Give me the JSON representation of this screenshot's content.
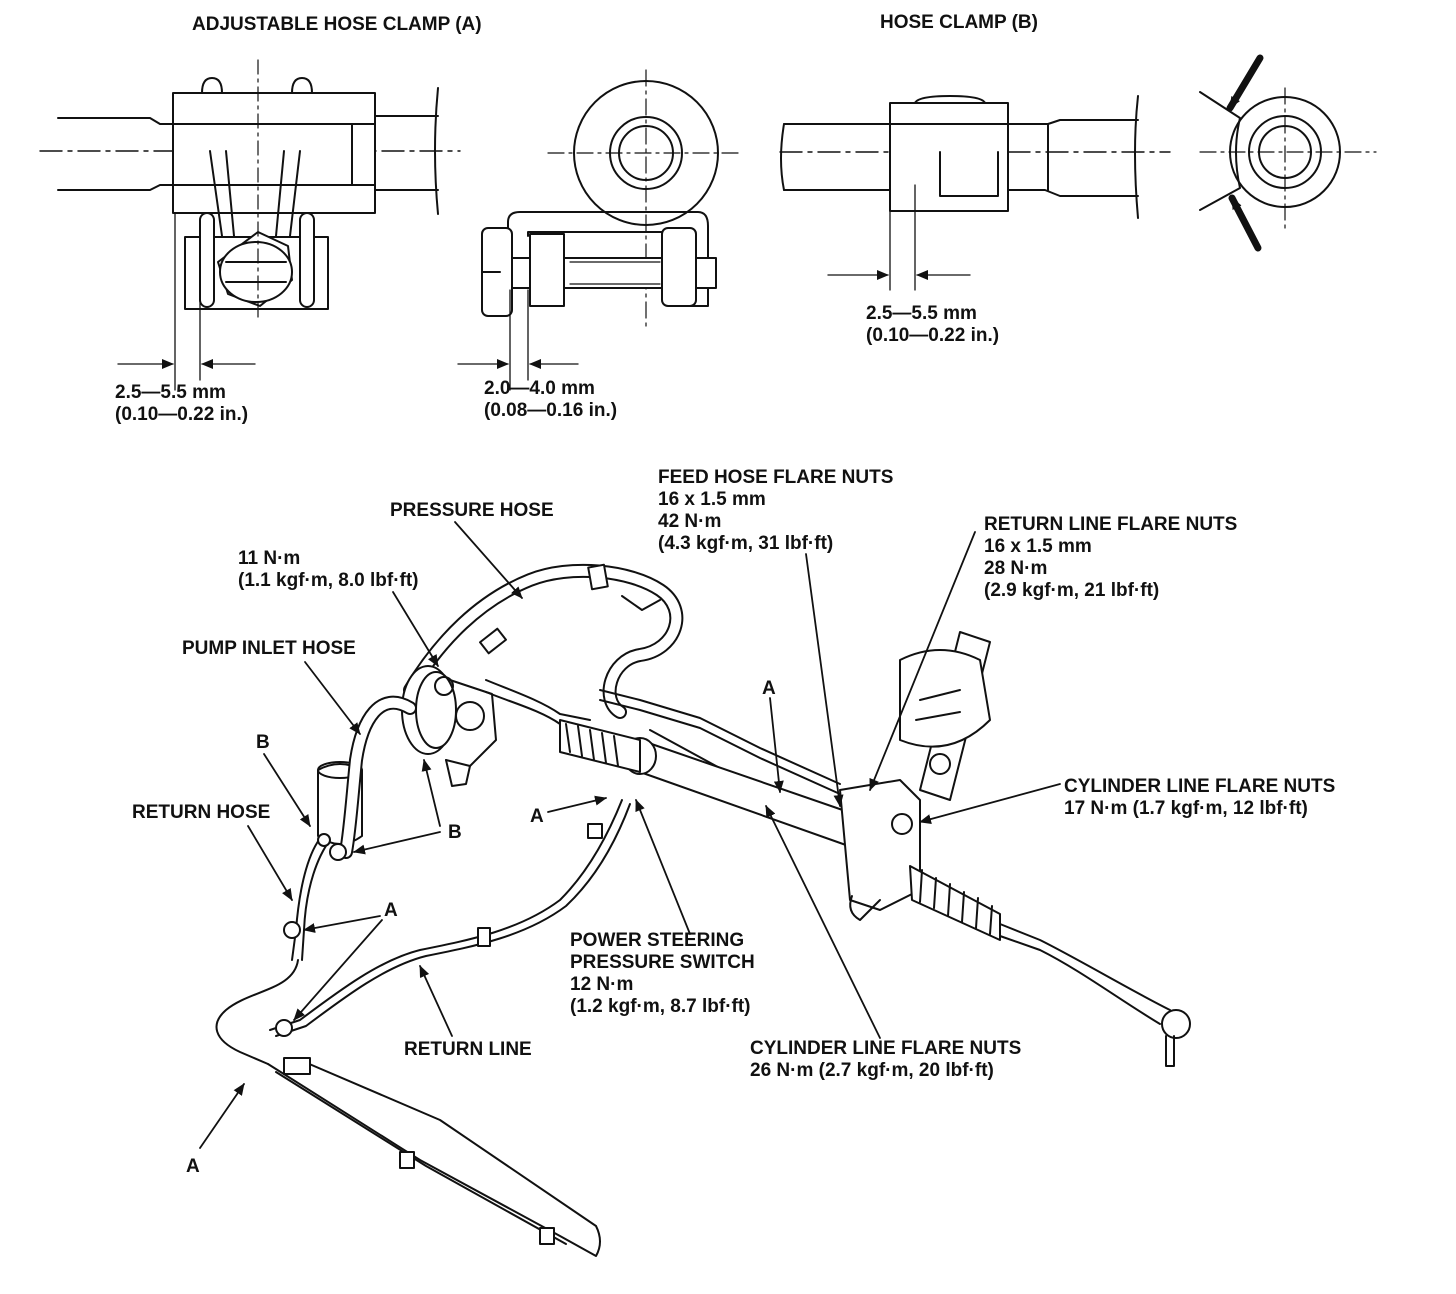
{
  "figures": {
    "clamp_a": {
      "title": "ADJUSTABLE HOSE CLAMP (A)",
      "dim_side": {
        "metric": "2.5—5.5 mm",
        "imperial": "(0.10—0.22 in.)"
      },
      "dim_end": {
        "metric": "2.0—4.0 mm",
        "imperial": "(0.08—0.16 in.)"
      }
    },
    "clamp_b": {
      "title": "HOSE CLAMP (B)",
      "dim": {
        "metric": "2.5—5.5 mm",
        "imperial": "(0.10—0.22 in.)"
      }
    }
  },
  "callouts": {
    "feed_hose": {
      "name": "FEED HOSE FLARE NUTS",
      "size": "16 x 1.5 mm",
      "torque": "42 N·m",
      "torque_alt": "(4.3 kgf·m, 31 lbf·ft)"
    },
    "pressure_hose": {
      "name": "PRESSURE HOSE"
    },
    "pump_bolt": {
      "torque": "11 N·m",
      "torque_alt": "(1.1 kgf·m, 8.0 lbf·ft)"
    },
    "return_line_flare": {
      "name": "RETURN LINE FLARE NUTS",
      "size": "16 x 1.5 mm",
      "torque": "28 N·m",
      "torque_alt": "(2.9 kgf·m, 21 lbf·ft)"
    },
    "pump_inlet_hose": {
      "name": "PUMP INLET HOSE"
    },
    "return_hose": {
      "name": "RETURN HOSE"
    },
    "cylinder_line_17": {
      "name": "CYLINDER LINE FLARE NUTS",
      "torque": "17 N·m (1.7 kgf·m, 12 lbf·ft)"
    },
    "ps_switch": {
      "name_line1": "POWER STEERING",
      "name_line2": "PRESSURE SWITCH",
      "torque": "12 N·m",
      "torque_alt": "(1.2 kgf·m, 8.7 lbf·ft)"
    },
    "return_line": {
      "name": "RETURN LINE"
    },
    "cylinder_line_26": {
      "name": "CYLINDER LINE FLARE NUTS",
      "torque": "26 N·m (2.7 kgf·m, 20 lbf·ft)"
    }
  },
  "markers": {
    "clamp_a": "A",
    "clamp_b": "B"
  }
}
